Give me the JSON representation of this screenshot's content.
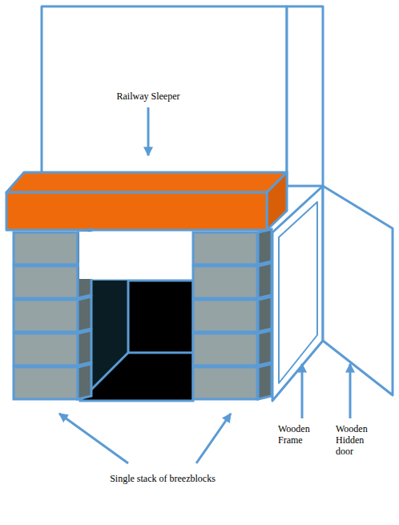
{
  "diagram": {
    "labels": [
      "Railway Sleeper",
      "Single stack of breezblocks",
      "Wooden Frame",
      "Wooden Hidden door"
    ]
  }
}
